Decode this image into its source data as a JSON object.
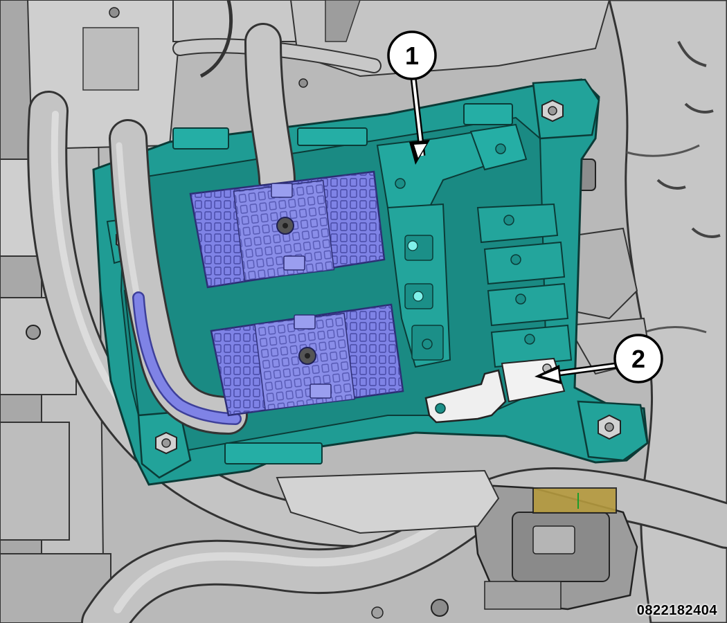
{
  "callouts": [
    {
      "number": "1"
    },
    {
      "number": "2"
    }
  ],
  "figure_id": "0822182404",
  "colors": {
    "background_gray": "#b9b9b9",
    "housing_teal": "#1f9c94",
    "housing_teal_dark": "#0c5f59",
    "connector_blue": "#7f83e6",
    "connector_blue_dark": "#3d3f9a",
    "bracket_white": "#efefef",
    "callout_fill": "#ffffff",
    "callout_stroke": "#000000"
  }
}
